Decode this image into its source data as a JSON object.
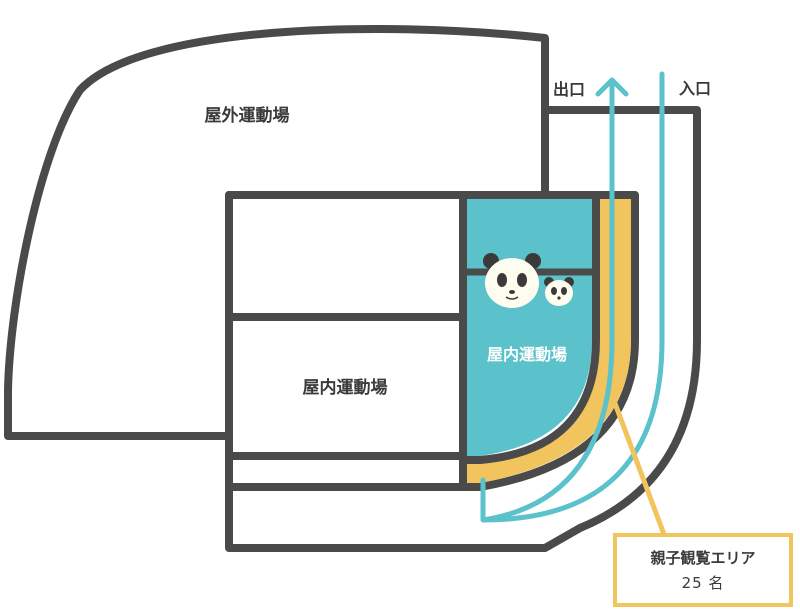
{
  "labels": {
    "outdoor_area": "屋外運動場",
    "indoor_area_left": "屋内運動場",
    "indoor_area_panda": "屋内運動場",
    "exit": "出口",
    "entrance": "入口"
  },
  "viewing_area": {
    "title": "親子観覧エリア",
    "capacity": "25 名"
  },
  "icons": [
    "panda-adult-icon",
    "panda-cub-icon"
  ],
  "colors": {
    "outline": "#4a4a4a",
    "indoor_panda_area": "#5bc1cb",
    "viewing_area": "#f2c45e",
    "route": "#5bc1cb"
  }
}
